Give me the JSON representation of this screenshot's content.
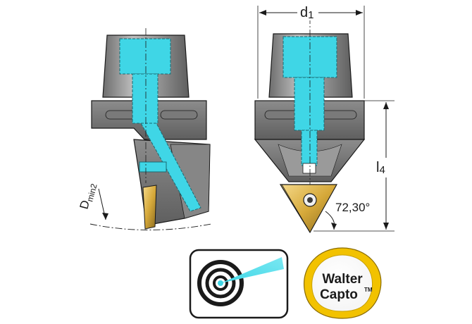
{
  "labels": {
    "d1": "d",
    "d1_sub": "1",
    "l4": "l",
    "l4_sub": "4",
    "angle": "72,30°",
    "dmin_main": "D",
    "dmin_sub": "min2"
  },
  "badges": {
    "coolant_icon": "through-coolant-icon",
    "logo_line1": "Walter",
    "logo_line2": "Capto",
    "logo_tm": "TM"
  },
  "colors": {
    "body_gray": "#9a9a9a",
    "body_dark": "#5a5a5a",
    "coolant_cyan": "#3fd6e6",
    "insert_gold": "#e0b84a",
    "logo_yellow": "#f2c200",
    "outline": "#1a1a1a"
  }
}
